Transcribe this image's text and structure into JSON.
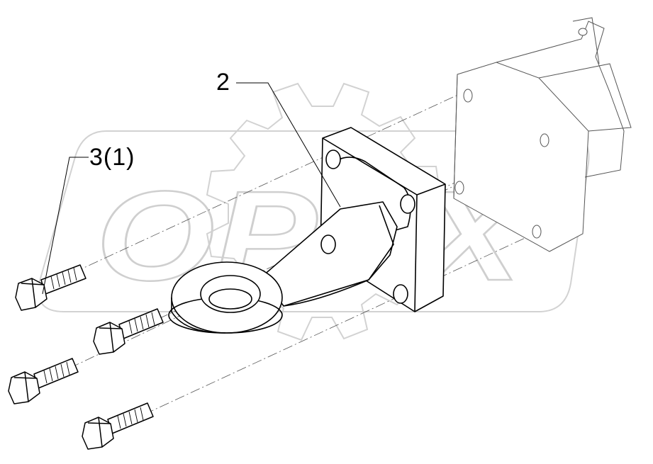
{
  "callouts": [
    {
      "id": "part-2",
      "text": "2"
    },
    {
      "id": "part-3",
      "text": "3(1)"
    }
  ],
  "watermark": "OPEX",
  "colors": {
    "line": "#000000",
    "watermark": "#d2d2d2",
    "background": "#ffffff"
  }
}
